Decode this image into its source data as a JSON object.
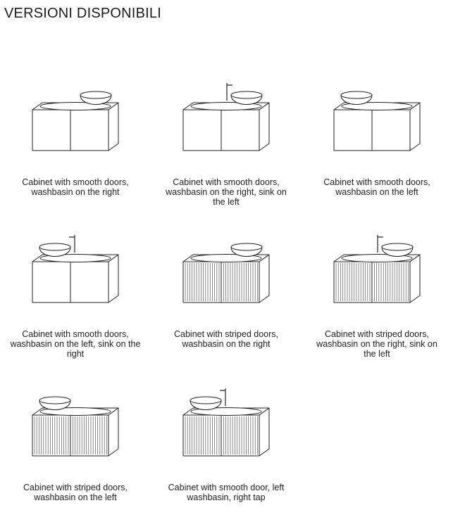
{
  "page": {
    "title": "VERSIONI DISPONIBILI"
  },
  "versions": [
    {
      "caption": "Cabinet with smooth doors, washbasin on the right",
      "doors": "smooth",
      "basin": "right",
      "tap": "none"
    },
    {
      "caption": "Cabinet with smooth doors, washbasin on the right, sink on the left",
      "doors": "smooth",
      "basin": "right",
      "tap": "left"
    },
    {
      "caption": "Cabinet with smooth doors, washbasin on the left",
      "doors": "smooth",
      "basin": "left",
      "tap": "none"
    },
    {
      "caption": "Cabinet with smooth doors, washbasin on the left, sink on the right",
      "doors": "smooth",
      "basin": "left",
      "tap": "right"
    },
    {
      "caption": "Cabinet with striped doors, washbasin on the right",
      "doors": "striped",
      "basin": "right",
      "tap": "none"
    },
    {
      "caption": "Cabinet with striped doors, washbasin on the right, sink on the left",
      "doors": "striped",
      "basin": "right",
      "tap": "left"
    },
    {
      "caption": "Cabinet with striped doors, washbasin on the left",
      "doors": "striped",
      "basin": "left",
      "tap": "none"
    },
    {
      "caption": "Cabinet with smooth door, left washbasin, right tap",
      "doors": "striped",
      "basin": "left",
      "tap": "right"
    }
  ]
}
